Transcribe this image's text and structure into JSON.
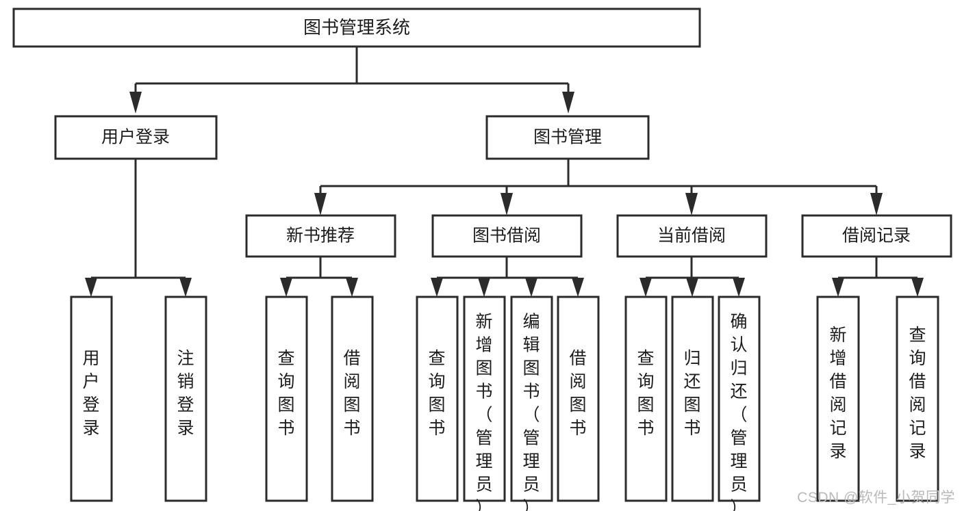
{
  "diagram": {
    "type": "tree",
    "title": "图书管理系统",
    "watermark": "CSDN @软件_小贺同学",
    "colors": {
      "stroke": "#2b2b2b",
      "fill": "#ffffff",
      "text": "#1c1c1c",
      "watermark": "#b9b9b9"
    },
    "root": {
      "label": "图书管理系统"
    },
    "level1": [
      {
        "label": "用户登录"
      },
      {
        "label": "图书管理"
      }
    ],
    "level2": [
      {
        "label": "新书推荐"
      },
      {
        "label": "图书借阅"
      },
      {
        "label": "当前借阅"
      },
      {
        "label": "借阅记录"
      }
    ],
    "leaves": {
      "user_login": [
        {
          "label": "用户登录"
        },
        {
          "label": "注销登录"
        }
      ],
      "new_book_recommend": [
        {
          "label": "查询图书"
        },
        {
          "label": "借阅图书"
        }
      ],
      "book_borrow": [
        {
          "label": "查询图书"
        },
        {
          "label": "新增图书（管理员）"
        },
        {
          "label": "编辑图书（管理员）"
        },
        {
          "label": "借阅图书"
        }
      ],
      "current_borrow": [
        {
          "label": "查询图书"
        },
        {
          "label": "归还图书"
        },
        {
          "label": "确认归还（管理员）"
        }
      ],
      "borrow_record": [
        {
          "label": "新增借阅记录"
        },
        {
          "label": "查询借阅记录"
        }
      ]
    }
  }
}
